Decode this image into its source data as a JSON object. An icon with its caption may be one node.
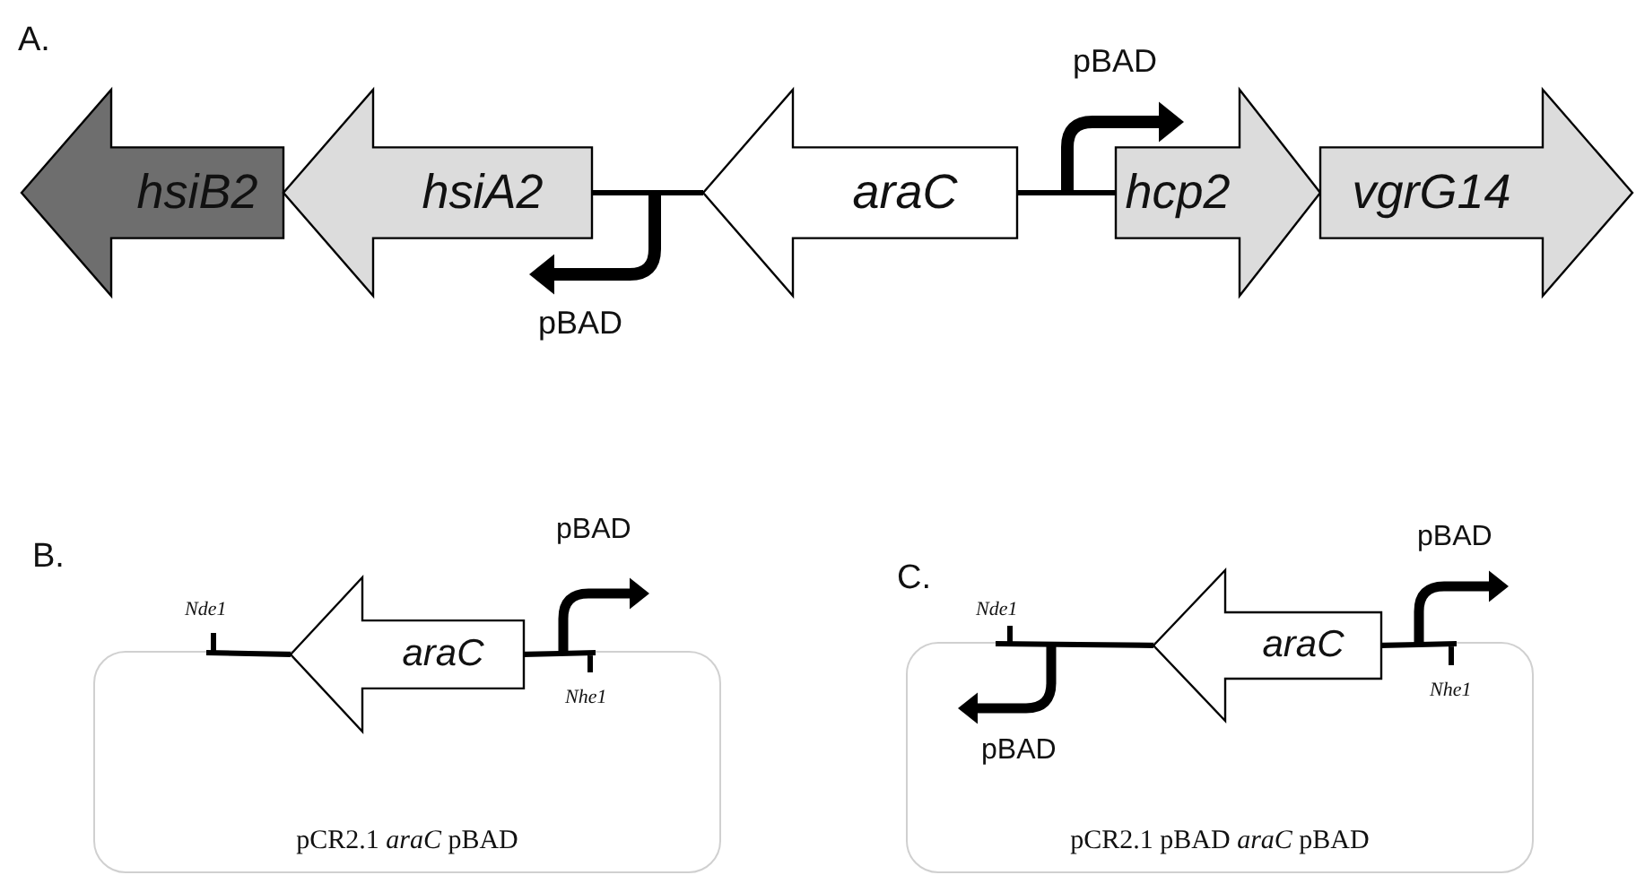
{
  "diagram": {
    "nodes": [
      {
        "text": [
          "hsiB2"
        ]
      },
      {
        "text": [
          "hsiA2"
        ]
      },
      {
        "text": [
          "araC"
        ]
      },
      {
        "text": [
          "hcp2"
        ]
      },
      {
        "text": [
          "vgrG14"
        ]
      },
      {
        "text": [
          "pCR2.1 *araC* pBAD"
        ]
      },
      {
        "text": [
          "araC"
        ]
      },
      {
        "text": [
          "pCR2.1 pBAD *araC* pBAD"
        ]
      },
      {
        "text": [
          "araC"
        ]
      }
    ],
    "edges": [
      {
        "from": 1,
        "to": 2,
        "arrow": "none"
      },
      {
        "from": 2,
        "to": 3,
        "arrow": "none"
      },
      {
        "from": 6,
        "to": 5,
        "arrow": "none"
      },
      {
        "from": 6,
        "to": 5,
        "arrow": "none"
      },
      {
        "from": 8,
        "to": 7,
        "arrow": "none"
      },
      {
        "from": 8,
        "to": 7,
        "arrow": "none"
      }
    ],
    "labels": [
      "A.",
      "pBAD",
      "pBAD",
      "B.",
      "Nde1",
      "pBAD",
      "Nhe1",
      "C.",
      "Nde1",
      "pBAD",
      "Nhe1",
      "pBAD"
    ]
  }
}
